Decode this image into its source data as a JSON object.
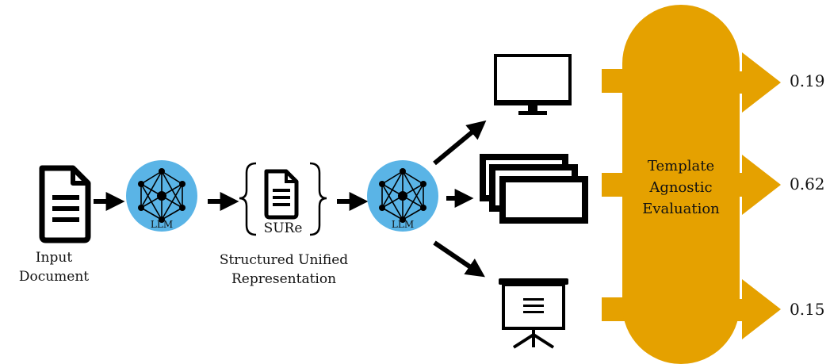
{
  "input_label": "Input Document",
  "llm_label_1": "LLM",
  "sure_label": "SURe",
  "sure_caption_line1": "Structured Unified",
  "sure_caption_line2": "Representation",
  "llm_label_2": "LLM",
  "evaluation": {
    "line1": "Template",
    "line2": "Agnostic",
    "line3": "Evaluation"
  },
  "scores": {
    "top": "0.19",
    "middle": "0.62",
    "bottom": "0.15"
  },
  "outputs": [
    "monitor-icon",
    "slide-stack-icon",
    "presentation-board-icon"
  ],
  "colors": {
    "llm_circle": "#5ab4e6",
    "evaluation_pill": "#e5a100",
    "stroke": "#000000"
  }
}
